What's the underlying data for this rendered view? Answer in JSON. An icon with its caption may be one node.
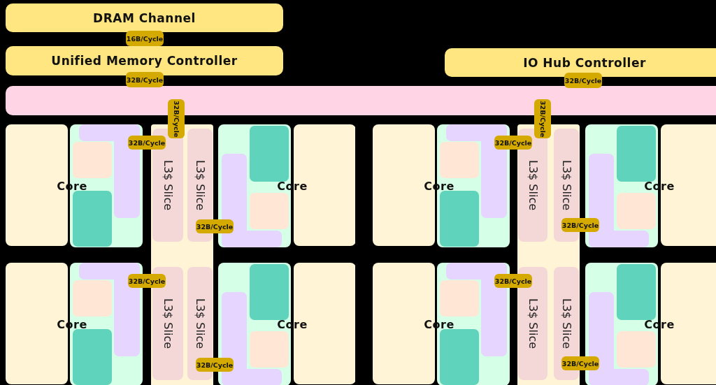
{
  "diagram": {
    "nodes": [
      {
        "text": [
          "DRAM Channel"
        ]
      },
      {
        "text": [
          "16B/Cycle"
        ]
      },
      {
        "text": [
          "Unified Memory Controller"
        ]
      },
      {
        "text": [
          "32B/Cycle"
        ]
      },
      {
        "text": [
          "IO Hub Controller"
        ]
      },
      {
        "text": [
          "32B/Cycle"
        ]
      },
      {
        "text": [],
        "shape": "bar"
      },
      {
        "text": [
          "32B/Cycle"
        ]
      },
      {
        "text": [
          "32B/Cycle"
        ]
      },
      {
        "text": [
          "Core"
        ]
      },
      {
        "text": [
          "32B/Cycle"
        ]
      },
      {
        "text": [
          "L3$ Slice"
        ]
      },
      {
        "text": [
          "L3$ Slice"
        ]
      },
      {
        "text": [
          "32B/Cycle"
        ]
      },
      {
        "text": [
          "Core"
        ]
      },
      {
        "text": [
          "Core"
        ]
      },
      {
        "text": [
          "32B/Cycle"
        ]
      },
      {
        "text": [
          "L3$ Slice"
        ]
      },
      {
        "text": [
          "L3$ Slice"
        ]
      },
      {
        "text": [
          "32B/Cycle"
        ]
      },
      {
        "text": [
          "Core"
        ]
      },
      {
        "text": [
          "Core"
        ]
      },
      {
        "text": [
          "32B/Cycle"
        ]
      },
      {
        "text": [
          "L3$ Slice"
        ]
      },
      {
        "text": [
          "L3$ Slice"
        ]
      },
      {
        "text": [
          "32B/Cycle"
        ]
      },
      {
        "text": [
          "Core"
        ]
      },
      {
        "text": [
          "Core"
        ]
      },
      {
        "text": [
          "32B/Cycle"
        ]
      },
      {
        "text": [
          "L3$ Slice"
        ]
      },
      {
        "text": [
          "L3$ Slice"
        ]
      },
      {
        "text": [
          "32B/Cycle"
        ]
      },
      {
        "text": [
          "Core"
        ]
      }
    ]
  }
}
